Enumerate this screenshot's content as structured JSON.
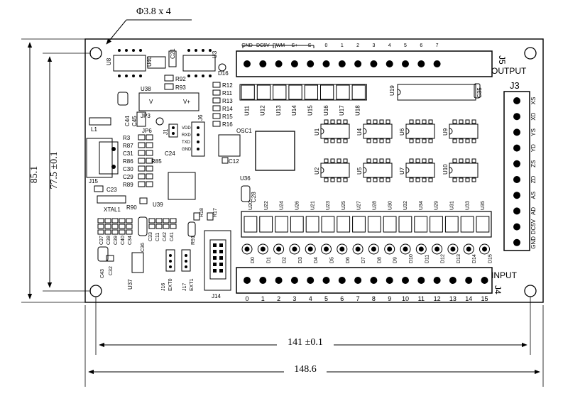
{
  "dimensions": {
    "hole_spec": "Φ3.8 x 4",
    "height_outer": "85.1",
    "height_inner": "77.5 ±0.1",
    "width_inner": "141 ±0.1",
    "width_outer": "148.6"
  },
  "connectors": {
    "output_top_labels": [
      "GND",
      "DC5V",
      "PWM",
      "S+",
      "S-",
      "0",
      "1",
      "2",
      "3",
      "4",
      "5",
      "6",
      "7"
    ],
    "output_name": "J5",
    "output_caption": "OUTPUT",
    "input_name": "J4",
    "input_caption": "INPUT",
    "input_pins": [
      "0",
      "1",
      "2",
      "3",
      "4",
      "5",
      "6",
      "7",
      "8",
      "9",
      "10",
      "11",
      "12",
      "13",
      "14",
      "15"
    ],
    "axis_name": "J3",
    "axis_labels": [
      "XS",
      "XD",
      "YS",
      "YD",
      "ZS",
      "ZD",
      "AS",
      "AD",
      "DC5V",
      "GND"
    ]
  },
  "upper_chips": [
    "U11",
    "U12",
    "U13",
    "U14",
    "U15",
    "U16",
    "U17",
    "U18"
  ],
  "lower_chips": [
    "U20",
    "U22",
    "U24",
    "U26",
    "U21",
    "U23",
    "U25",
    "U27",
    "U28",
    "U30",
    "U32",
    "U34",
    "U29",
    "U31",
    "U33",
    "U35"
  ],
  "leds": [
    "D0",
    "D1",
    "D2",
    "D3",
    "D4",
    "D5",
    "D6",
    "D7",
    "D8",
    "D9",
    "D10",
    "D11",
    "D12",
    "D13",
    "D14",
    "D15"
  ],
  "optos_row1": [
    "U1",
    "U4",
    "U6",
    "U9"
  ],
  "optos_row2": [
    "U2",
    "U5",
    "U7",
    "U10"
  ],
  "labels": {
    "U8": "U8",
    "U40": "U40",
    "C21": "C21",
    "U3": "U3",
    "D16": "D16",
    "R92": "R92",
    "R93": "R93",
    "U38": "U38",
    "JP3": "JP3",
    "C44": "C44",
    "C45": "C45",
    "L1": "L1",
    "R3": "R3",
    "R87": "R87",
    "C31": "C31",
    "R86": "R86",
    "C30": "C30",
    "C29": "C29",
    "R89": "R89",
    "J15": "J15",
    "C23": "C23",
    "R90": "R90",
    "XTAL1": "XTAL1",
    "U39": "U39",
    "JP6": "JP6",
    "C24": "C24",
    "R85": "R85",
    "J1": "J1",
    "VDD": "VDD",
    "RXD": "RXD",
    "TXD": "TXD",
    "GND": "GND",
    "J6": "J6",
    "OSC1": "OSC1",
    "C12": "C12",
    "R12": "R12",
    "R11": "R11",
    "R13": "R13",
    "R14": "R14",
    "R15": "R15",
    "R16": "R16",
    "U19": "U19",
    "C35": "C35",
    "U36": "U36",
    "C28": "C28",
    "R18": "R18",
    "R17": "R17",
    "J14": "J14",
    "U37": "U37",
    "C43": "C43",
    "C32": "C32",
    "C36": "C36",
    "C33": "C33",
    "C11": "C11",
    "C42": "C42",
    "C41": "C41",
    "R91": "R91",
    "J16": "J16",
    "EXT0": "EXT0",
    "J17": "J17",
    "EXT1": "EXT1",
    "C37": "C37",
    "C38": "C38",
    "C39": "C39",
    "C40": "C40",
    "C34": "C34",
    "V": "V",
    "Vplus": "V+"
  }
}
